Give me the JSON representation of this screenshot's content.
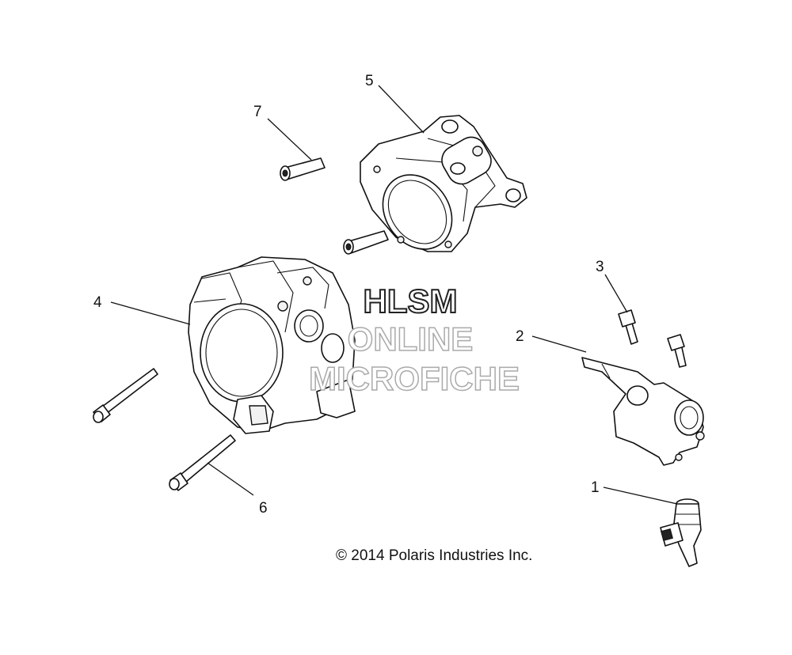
{
  "callouts": [
    {
      "id": "1",
      "label": "1"
    },
    {
      "id": "2",
      "label": "2"
    },
    {
      "id": "3",
      "label": "3"
    },
    {
      "id": "4",
      "label": "4"
    },
    {
      "id": "5",
      "label": "5"
    },
    {
      "id": "6",
      "label": "6"
    },
    {
      "id": "7",
      "label": "7"
    }
  ],
  "watermark": {
    "line1": "HLSM",
    "line2": "ONLINE",
    "line3": "MICROFICHE"
  },
  "copyright": "© 2014 Polaris Industries Inc."
}
